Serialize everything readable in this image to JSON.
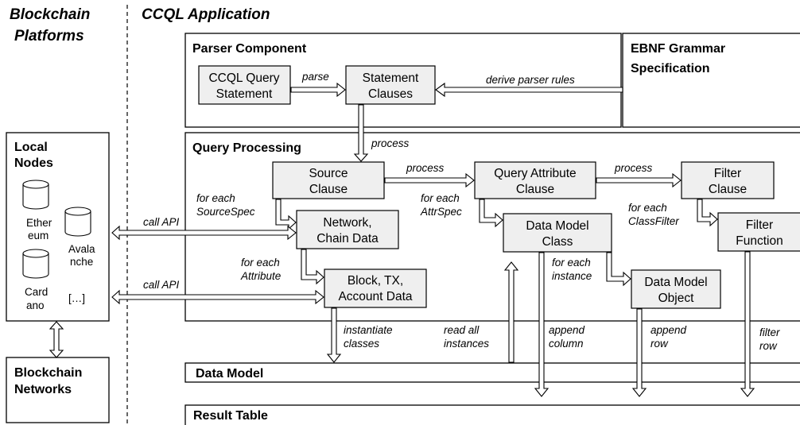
{
  "headers": {
    "platforms_line1": "Blockchain",
    "platforms_line2": "Platforms",
    "application": "CCQL Application"
  },
  "frames": {
    "parser_component": "Parser Component",
    "ebnf_line1": "EBNF Grammar",
    "ebnf_line2": "Specification",
    "query_processing": "Query Processing",
    "data_model": "Data Model",
    "result_table": "Result Table",
    "local_nodes_line1": "Local",
    "local_nodes_line2": "Nodes",
    "blockchain_networks_line1": "Blockchain",
    "blockchain_networks_line2": "Networks"
  },
  "components": {
    "query_statement_line1": "CCQL Query",
    "query_statement_line2": "Statement",
    "statement_clauses_line1": "Statement",
    "statement_clauses_line2": "Clauses",
    "source_clause_line1": "Source",
    "source_clause_line2": "Clause",
    "query_attribute_clause_line1": "Query Attribute",
    "query_attribute_clause_line2": "Clause",
    "filter_clause_line1": "Filter",
    "filter_clause_line2": "Clause",
    "network_chain_data_line1": "Network,",
    "network_chain_data_line2": "Chain Data",
    "data_model_class_line1": "Data Model",
    "data_model_class_line2": "Class",
    "filter_function_line1": "Filter",
    "filter_function_line2": "Function",
    "block_tx_account_line1": "Block, TX,",
    "block_tx_account_line2": "Account Data",
    "data_model_object_line1": "Data Model",
    "data_model_object_line2": "Object"
  },
  "nodes": {
    "ethereum_line1": "Ether",
    "ethereum_line2": "eum",
    "avalanche_line1": "Avala",
    "avalanche_line2": "nche",
    "cardano_line1": "Card",
    "cardano_line2": "ano",
    "more": "[…]"
  },
  "labels": {
    "parse": "parse",
    "derive_parser_rules": "derive parser rules",
    "process_1": "process",
    "process_2": "process",
    "process_3": "process",
    "for_each_sourcespec_line1": "for each",
    "for_each_sourcespec_line2": "SourceSpec",
    "for_each_attrspec_line1": "for each",
    "for_each_attrspec_line2": "AttrSpec",
    "for_each_classfilter_line1": "for each",
    "for_each_classfilter_line2": "ClassFilter",
    "for_each_attribute_line1": "for each",
    "for_each_attribute_line2": "Attribute",
    "for_each_instance_line1": "for each",
    "for_each_instance_line2": "instance",
    "call_api_1": "call API",
    "call_api_2": "call API",
    "instantiate_line1": "instantiate",
    "instantiate_line2": "classes",
    "read_all_line1": "read all",
    "read_all_line2": "instances",
    "append_column_line1": "append",
    "append_column_line2": "column",
    "append_row_line1": "append",
    "append_row_line2": "row",
    "filter_row_line1": "filter",
    "filter_row_line2": "row"
  }
}
